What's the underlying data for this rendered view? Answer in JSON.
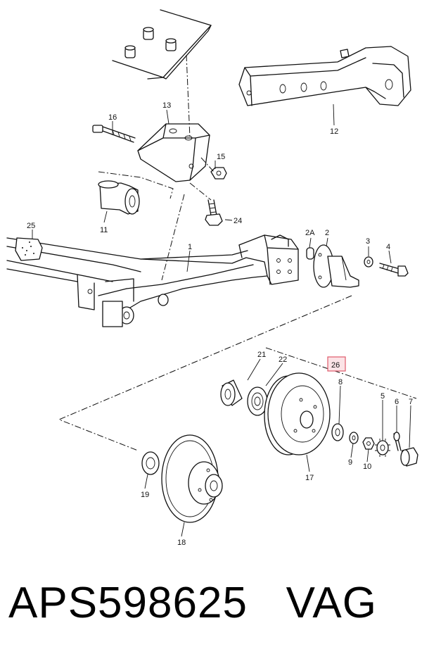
{
  "callouts": {
    "c1": "1",
    "c2": "2",
    "c2a": "2A",
    "c3": "3",
    "c4": "4",
    "c5": "5",
    "c6": "6",
    "c7": "7",
    "c8": "8",
    "c9": "9",
    "c10": "10",
    "c11": "11",
    "c12": "12",
    "c13": "13",
    "c15": "15",
    "c16": "16",
    "c17": "17",
    "c18": "18",
    "c19": "19",
    "c21": "21",
    "c22": "22",
    "c24": "24",
    "c25": "25",
    "c26": "26"
  },
  "highlight": {
    "label": "26",
    "color": "#e05a6a",
    "fill": "#fbe3e6"
  },
  "caption": {
    "part_number": "APS598625",
    "brand": "VAG"
  }
}
